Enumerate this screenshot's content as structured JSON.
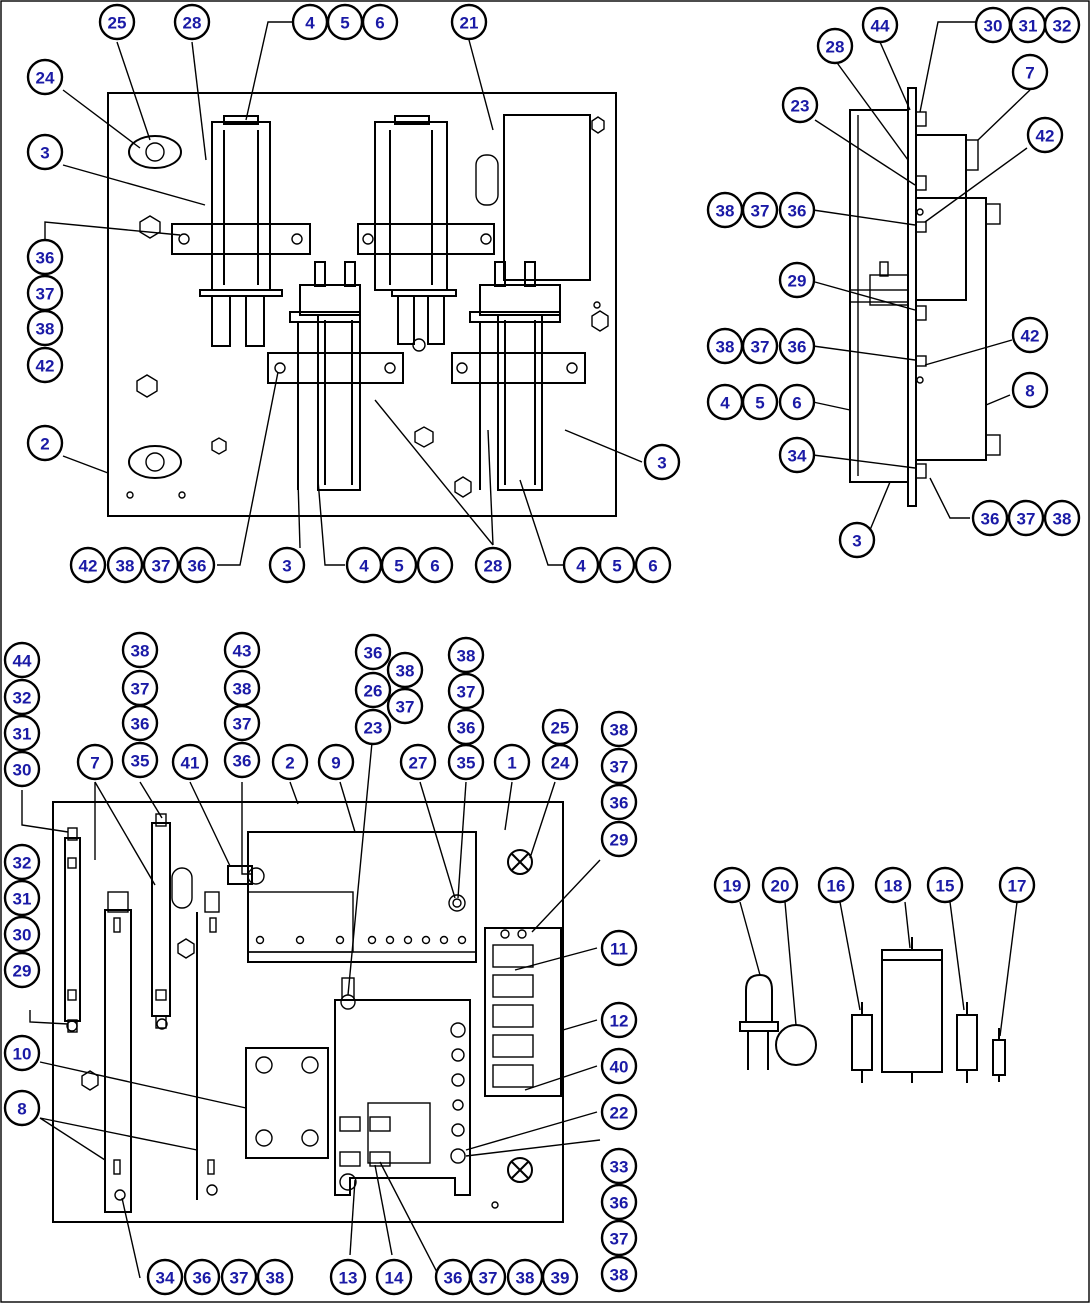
{
  "callouts": {
    "c01": "25",
    "c02": "28",
    "c03": "4",
    "c04": "5",
    "c05": "6",
    "c06": "21",
    "c07": "24",
    "c08": "3",
    "c09": "36",
    "c10": "37",
    "c11": "38",
    "c12": "42",
    "c13": "2",
    "c14": "3",
    "c15": "42",
    "c16": "38",
    "c17": "37",
    "c18": "36",
    "c19": "3",
    "c20": "4",
    "c21": "5",
    "c22": "6",
    "c23": "28",
    "c24": "4",
    "c25": "5",
    "c26": "6",
    "r01": "44",
    "r02": "30",
    "r03": "31",
    "r04": "32",
    "r05": "28",
    "r06": "7",
    "r07": "23",
    "r08": "42",
    "r09": "38",
    "r10": "37",
    "r11": "36",
    "r12": "29",
    "r13": "42",
    "r14": "38",
    "r15": "37",
    "r16": "36",
    "r17": "4",
    "r18": "5",
    "r19": "6",
    "r20": "8",
    "r21": "34",
    "r22": "3",
    "r23": "36",
    "r24": "37",
    "r25": "38",
    "b01": "44",
    "b02": "32",
    "b03": "31",
    "b04": "30",
    "b05": "38",
    "b06": "37",
    "b07": "36",
    "b08": "35",
    "b09": "7",
    "b10": "43",
    "b11": "38",
    "b12": "37",
    "b13": "36",
    "b14": "41",
    "b15": "2",
    "b16": "36",
    "b17": "38",
    "b18": "26",
    "b19": "37",
    "b20": "23",
    "b21": "9",
    "b22": "38",
    "b23": "37",
    "b24": "36",
    "b25": "35",
    "b26": "27",
    "b27": "1",
    "b28": "25",
    "b29": "24",
    "b30": "38",
    "b31": "37",
    "b32": "36",
    "b33": "29",
    "b34": "32",
    "b35": "31",
    "b36": "30",
    "b37": "29",
    "b38": "11",
    "b39": "12",
    "b40": "10",
    "b41": "40",
    "b42": "8",
    "b43": "22",
    "b44": "33",
    "b45": "36",
    "b46": "37",
    "b47": "38",
    "b48": "34",
    "b49": "36",
    "b50": "37",
    "b51": "38",
    "b52": "13",
    "b53": "14",
    "b54": "36",
    "b55": "37",
    "b56": "38",
    "b57": "39",
    "s01": "19",
    "s02": "20",
    "s03": "16",
    "s04": "18",
    "s05": "15",
    "s06": "17"
  }
}
